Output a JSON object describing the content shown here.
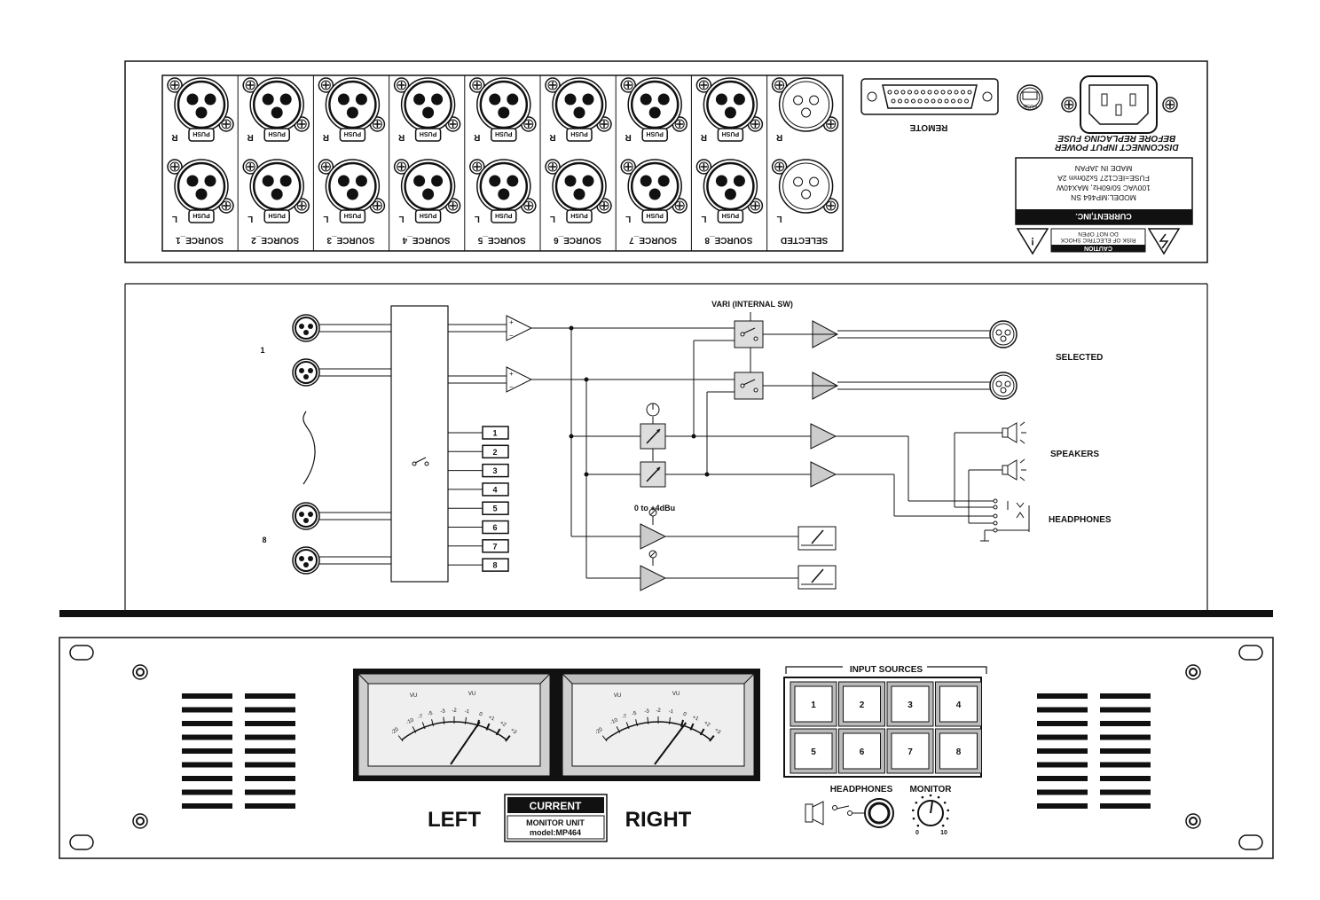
{
  "rear_panel": {
    "xlr_r_label": "R",
    "xlr_l_label": "L",
    "push_label": "PUSH",
    "sources": [
      "SOURCE_1",
      "SOURCE_2",
      "SOURCE_3",
      "SOURCE_4",
      "SOURCE_5",
      "SOURCE_6",
      "SOURCE_7",
      "SOURCE_8"
    ],
    "selected_label": "SELECTED",
    "remote_label": "REMOTE",
    "fuse_label": "FUSE",
    "warning_line1": "DISCONNECT INPUT POWER",
    "warning_line2": "BEFORE REPLACING FUSE",
    "plate_brand": "CURRENT,INC.",
    "plate_lines": [
      "MODEL:MP464 SN",
      "100VAC 50/60Hz, MAX40W",
      "FUSE=IEC127 5x20mm 2A",
      "MADE IN JAPAN"
    ],
    "caution_title": "CAUTION",
    "caution_lines": [
      "RISK OF ELECTRIC SHOCK",
      "DO NOT OPEN"
    ]
  },
  "block_diagram": {
    "vari_label": "VARI (INTERNAL SW)",
    "input_first": "1",
    "input_last": "8",
    "selected_label": "SELECTED",
    "speakers_label": "SPEAKERS",
    "headphones_label": "HEADPHONES",
    "level_label": "0 to +4dBu",
    "remote_buttons": [
      "1",
      "2",
      "3",
      "4",
      "5",
      "6",
      "7",
      "8"
    ]
  },
  "front_panel": {
    "meter_labels": [
      "-20",
      "-10",
      "-7",
      "-5",
      "-3",
      "-2",
      "-1",
      "0",
      "+1",
      "+2",
      "+3"
    ],
    "vu_label": "VU",
    "left_label": "LEFT",
    "right_label": "RIGHT",
    "brand": "CURRENT",
    "model_line1": "MONITOR UNIT",
    "model_line2": "model:MP464",
    "input_sources_label": "INPUT SOURCES",
    "source_buttons": [
      "1",
      "2",
      "3",
      "4",
      "5",
      "6",
      "7",
      "8"
    ],
    "headphones_label": "HEADPHONES",
    "monitor_label": "MONITOR",
    "knob_min": "0",
    "knob_max": "10"
  }
}
